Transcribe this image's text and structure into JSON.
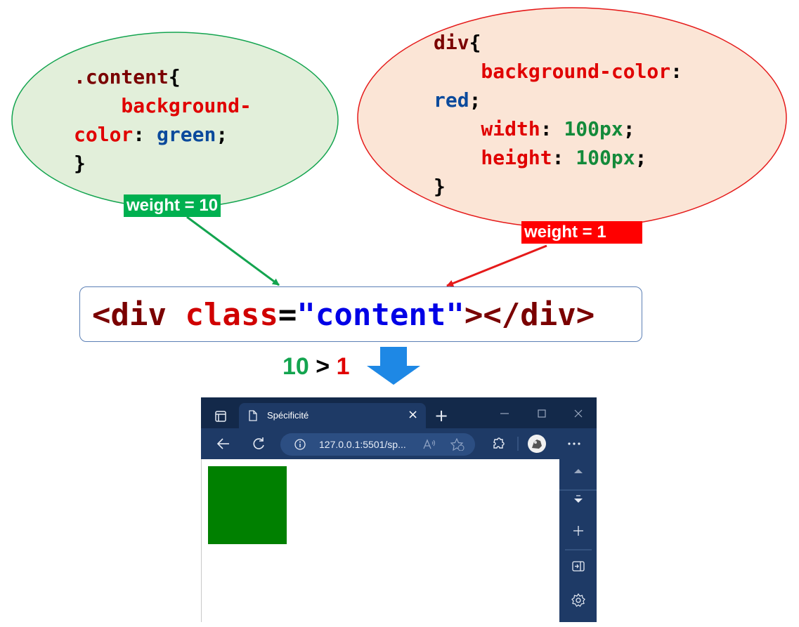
{
  "css_rule_class": {
    "lines": [
      [
        {
          "t": ".content",
          "c": "sel"
        },
        {
          "t": "{",
          "c": "punc"
        }
      ],
      [
        {
          "t": "    background-",
          "c": "prop"
        }
      ],
      [
        {
          "t": "color",
          "c": "prop"
        },
        {
          "t": ": ",
          "c": "punc"
        },
        {
          "t": "green",
          "c": "val-blue"
        },
        {
          "t": ";",
          "c": "punc"
        }
      ],
      [
        {
          "t": "}",
          "c": "punc"
        }
      ]
    ],
    "weight_label": "weight = 10",
    "fill_color": "#e2efda",
    "stroke_color": "#13a44f"
  },
  "css_rule_div": {
    "lines": [
      [
        {
          "t": "div",
          "c": "sel"
        },
        {
          "t": "{",
          "c": "punc"
        }
      ],
      [
        {
          "t": "    background-color",
          "c": "prop"
        },
        {
          "t": ":",
          "c": "punc"
        }
      ],
      [
        {
          "t": "red",
          "c": "val-blue"
        },
        {
          "t": ";",
          "c": "punc"
        }
      ],
      [
        {
          "t": "    width",
          "c": "prop"
        },
        {
          "t": ": ",
          "c": "punc"
        },
        {
          "t": "100px",
          "c": "val-num"
        },
        {
          "t": ";",
          "c": "punc"
        }
      ],
      [
        {
          "t": "    height",
          "c": "prop"
        },
        {
          "t": ": ",
          "c": "punc"
        },
        {
          "t": "100px",
          "c": "val-num"
        },
        {
          "t": ";",
          "c": "punc"
        }
      ],
      [
        {
          "t": "}",
          "c": "punc"
        }
      ]
    ],
    "weight_label": "weight = 1",
    "fill_color": "#fbe5d6",
    "stroke_color": "#e51a1a"
  },
  "html_element": {
    "parts": [
      {
        "t": "<div ",
        "c": "tag"
      },
      {
        "t": "class",
        "c": "attr"
      },
      {
        "t": "=",
        "c": "eq"
      },
      {
        "t": "\"content\"",
        "c": "str"
      },
      {
        "t": "></div>",
        "c": "tag"
      }
    ]
  },
  "comparison": {
    "left": "10",
    "operator": " > ",
    "right": "1"
  },
  "colors": {
    "green_label": "#00b050",
    "red_label": "#ff0000",
    "down_arrow": "#1e88e5"
  },
  "browser": {
    "tab_title": "Spécificité",
    "tab_close": "×",
    "new_tab": "+",
    "url": "127.0.0.1:5501/sp...",
    "result_box_color": "#008000"
  }
}
